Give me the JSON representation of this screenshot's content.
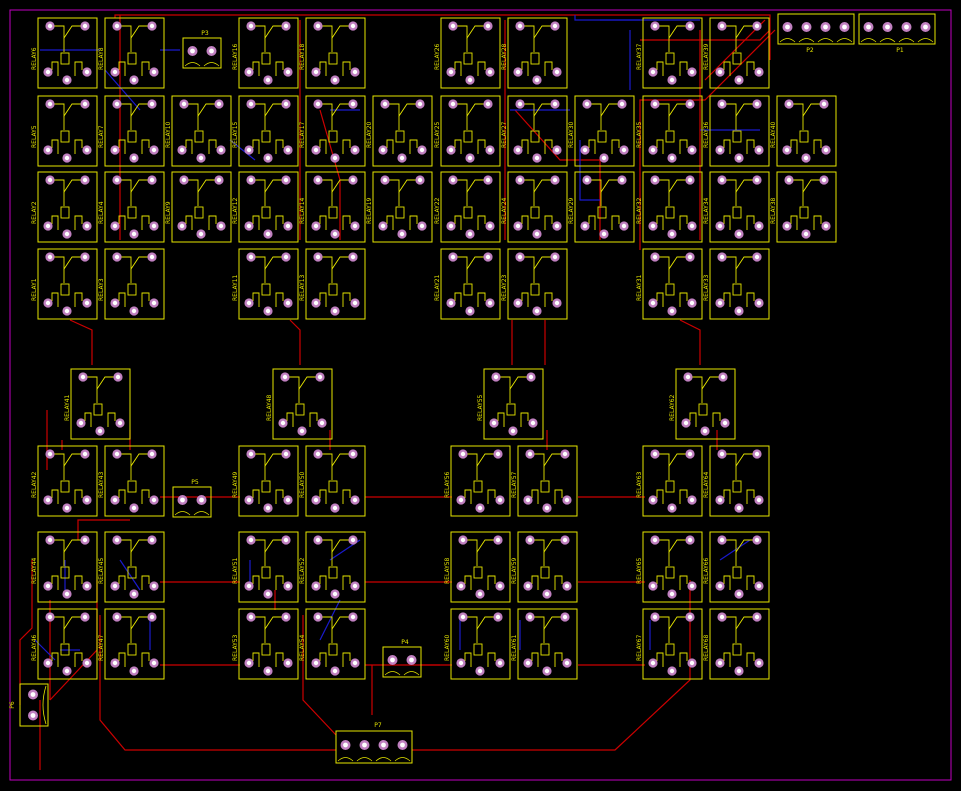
{
  "colors": {
    "background": "#000000",
    "board_outline": "#c000c0",
    "silkscreen": "#e6e600",
    "top_copper": "#cc0000",
    "bottom_copper": "#1a1acc",
    "pad_ring": "#c080c0",
    "pad_hole": "#ffffff"
  },
  "relays": [
    {
      "label": "RELAY6"
    },
    {
      "label": "RELAY8"
    },
    {
      "label": "RELAY16"
    },
    {
      "label": "RELAY18"
    },
    {
      "label": "RELAY26"
    },
    {
      "label": "RELAY28"
    },
    {
      "label": "RELAY37"
    },
    {
      "label": "RELAY39"
    },
    {
      "label": "RELAY5"
    },
    {
      "label": "RELAY7"
    },
    {
      "label": "RELAY10"
    },
    {
      "label": "RELAY15"
    },
    {
      "label": "RELAY17"
    },
    {
      "label": "RELAY20"
    },
    {
      "label": "RELAY25"
    },
    {
      "label": "RELAY27"
    },
    {
      "label": "RELAY30"
    },
    {
      "label": "RELAY35"
    },
    {
      "label": "RELAY36"
    },
    {
      "label": "RELAY40"
    },
    {
      "label": "RELAY2"
    },
    {
      "label": "RELAY4"
    },
    {
      "label": "RELAY9"
    },
    {
      "label": "RELAY12"
    },
    {
      "label": "RELAY14"
    },
    {
      "label": "RELAY19"
    },
    {
      "label": "RELAY22"
    },
    {
      "label": "RELAY24"
    },
    {
      "label": "RELAY29"
    },
    {
      "label": "RELAY32"
    },
    {
      "label": "RELAY34"
    },
    {
      "label": "RELAY38"
    },
    {
      "label": "RELAY1"
    },
    {
      "label": "RELAY3"
    },
    {
      "label": "RELAY11"
    },
    {
      "label": "RELAY13"
    },
    {
      "label": "RELAY21"
    },
    {
      "label": "RELAY23"
    },
    {
      "label": "RELAY31"
    },
    {
      "label": "RELAY33"
    },
    {
      "label": "RELAY41"
    },
    {
      "label": "RELAY48"
    },
    {
      "label": "RELAY55"
    },
    {
      "label": "RELAY62"
    },
    {
      "label": "RELAY42"
    },
    {
      "label": "RELAY43"
    },
    {
      "label": "RELAY49"
    },
    {
      "label": "RELAY50"
    },
    {
      "label": "RELAY56"
    },
    {
      "label": "RELAY57"
    },
    {
      "label": "RELAY63"
    },
    {
      "label": "RELAY64"
    },
    {
      "label": "RELAY44"
    },
    {
      "label": "RELAY45"
    },
    {
      "label": "RELAY51"
    },
    {
      "label": "RELAY52"
    },
    {
      "label": "RELAY58"
    },
    {
      "label": "RELAY59"
    },
    {
      "label": "RELAY65"
    },
    {
      "label": "RELAY66"
    },
    {
      "label": "RELAY46"
    },
    {
      "label": "RELAY47"
    },
    {
      "label": "RELAY53"
    },
    {
      "label": "RELAY54"
    },
    {
      "label": "RELAY60"
    },
    {
      "label": "RELAY61"
    },
    {
      "label": "RELAY67"
    },
    {
      "label": "RELAY68"
    }
  ],
  "connectors": [
    {
      "label": "P1",
      "pins": 4
    },
    {
      "label": "P2",
      "pins": 4
    },
    {
      "label": "P3",
      "pins": 2
    },
    {
      "label": "P5",
      "pins": 2
    },
    {
      "label": "P4",
      "pins": 2
    },
    {
      "label": "P6",
      "pins": 2
    },
    {
      "label": "P7",
      "pins": 4
    }
  ]
}
